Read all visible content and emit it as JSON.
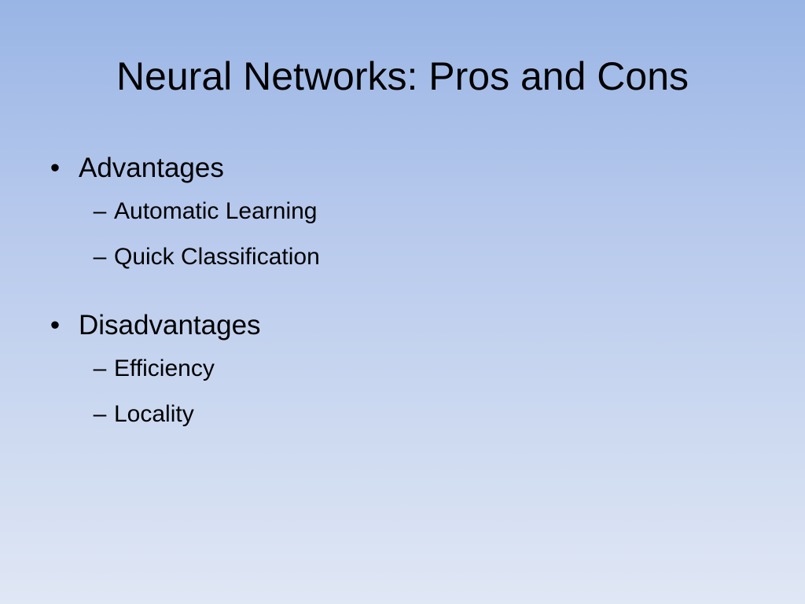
{
  "slide": {
    "title": "Neural Networks: Pros and Cons",
    "background_top": "#99b5e5",
    "background_bottom": "#e0e7f5",
    "bullet_marker": "•",
    "sub_marker": "–",
    "groups": [
      {
        "heading": "Advantages",
        "items": [
          "Automatic Learning",
          "Quick Classification"
        ]
      },
      {
        "heading": "Disadvantages",
        "items": [
          "Efficiency",
          "Locality"
        ]
      }
    ]
  }
}
